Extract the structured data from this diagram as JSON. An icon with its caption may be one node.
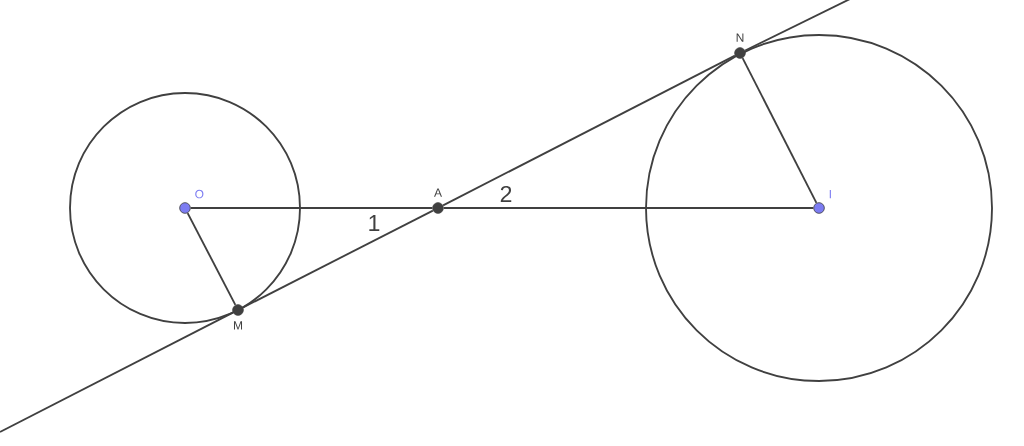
{
  "diagram": {
    "nodes": [
      {
        "text": [
          "O"
        ]
      },
      {
        "text": [
          "A"
        ]
      },
      {
        "text": [
          "I"
        ]
      },
      {
        "text": [
          "M"
        ]
      },
      {
        "text": [
          "N"
        ]
      }
    ],
    "edges": [
      {
        "from": 0,
        "to": 1,
        "arrow": "none"
      },
      {
        "from": 1,
        "to": 2,
        "arrow": "none"
      },
      {
        "from": 0,
        "to": 3,
        "arrow": "none"
      },
      {
        "from": 2,
        "to": 4,
        "arrow": "none"
      },
      {
        "from": 3,
        "to": 1,
        "arrow": "none"
      },
      {
        "from": 1,
        "to": 4,
        "arrow": "none"
      },
      {
        "from": null,
        "to": 3,
        "arrow": "none"
      },
      {
        "from": 4,
        "to": null,
        "arrow": "none"
      }
    ],
    "labels": [
      "1",
      "2"
    ]
  }
}
